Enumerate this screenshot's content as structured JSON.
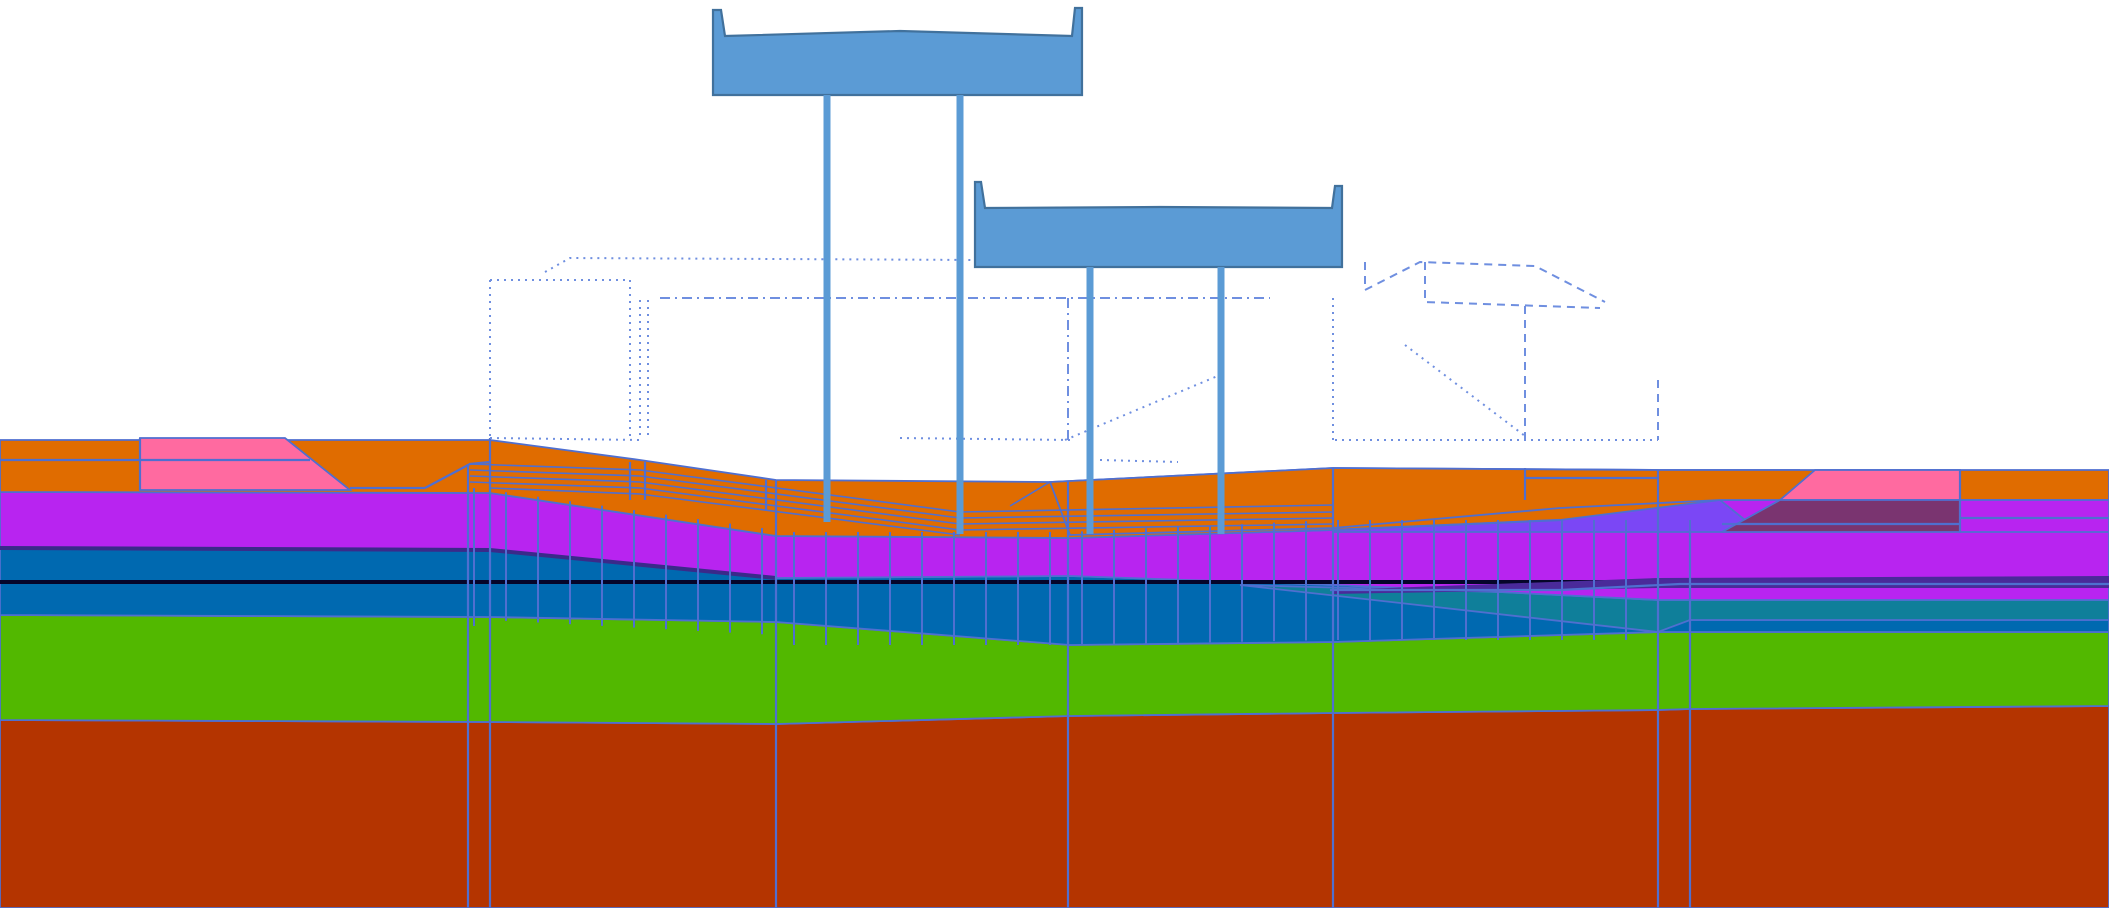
{
  "colors": {
    "background": "#ffffff",
    "outline": "#4f6fd0",
    "deck": "#5b9bd5",
    "deck_outline": "#41719c",
    "bedrock": "#b43400",
    "green_layer": "#52b800",
    "blue_layer": "#0069b0",
    "teal_layer": "#0f7f9a",
    "purple_layer": "#b824f0",
    "orange_layer": "#e06c00",
    "pink_layer": "#ff6aa0",
    "dark_plum": "#7a3470",
    "violet_fill": "#7b47f5",
    "black_line": "#05052a"
  },
  "elements": {
    "deck_upper": "bridge-deck-upper",
    "deck_lower": "bridge-deck-lower",
    "piers": 4,
    "soil_layers": [
      "bedrock",
      "green-layer",
      "blue-layer",
      "purple-layer",
      "orange-fill",
      "pink-fill"
    ]
  }
}
